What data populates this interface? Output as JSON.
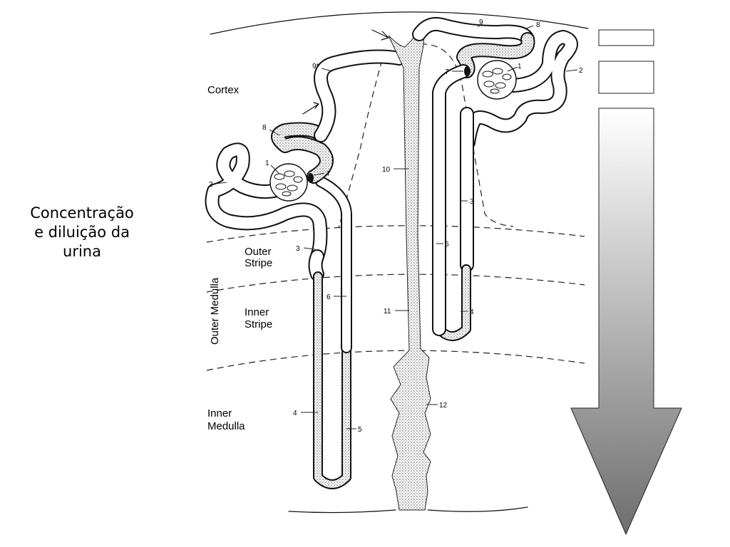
{
  "caption": {
    "line1": "Concentração",
    "line2": "e diluição da",
    "line3": "urina"
  },
  "zones": {
    "cortex": "Cortex",
    "outer_stripe_1": "Outer",
    "outer_stripe_2": "Stripe",
    "inner_stripe_1": "Inner",
    "inner_stripe_2": "Stripe",
    "inner_medulla_1": "Inner",
    "inner_medulla_2": "Medulla",
    "outer_medulla": "Outer Medulla"
  },
  "numbers": {
    "n1_left": "1",
    "n2_left": "2",
    "n3_left": "3",
    "n4_left": "4",
    "n5_left": "5",
    "n6_left": "6",
    "n7_left": "7",
    "n8_left": "8",
    "n9_star": "9*",
    "n10": "10",
    "n11": "11",
    "n12": "12",
    "n1_right": "1",
    "n2_right": "2",
    "n3_right": "3",
    "n4_right": "4",
    "n6_right": "6",
    "n7_right": "7",
    "n8_right": "8",
    "n9_right": "9"
  },
  "colors": {
    "arrow_top": "#ffffff",
    "arrow_bottom": "#707070",
    "stipple": "#555555"
  }
}
